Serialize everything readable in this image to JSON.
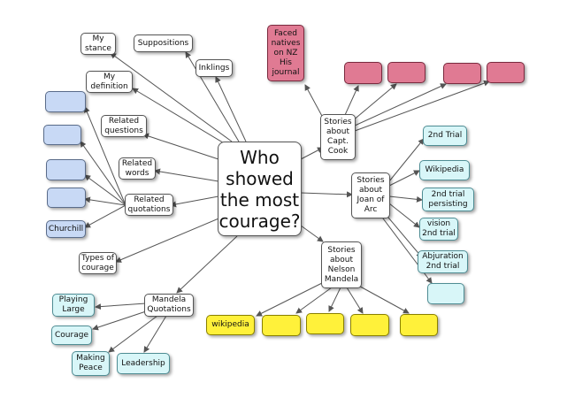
{
  "central": "Who\nshowed\nthe most\ncourage?",
  "topics": {
    "my_stance": "My\nstance",
    "suppositions": "Suppositions",
    "inklings": "Inklings",
    "my_definition": "My\ndefinition",
    "related_questions": "Related\nquestions",
    "related_words": "Related\nwords",
    "related_quotations": "Related\nquotations",
    "types_of_courage": "Types of\ncourage"
  },
  "quotation_children": [
    "",
    "",
    "",
    "",
    "Churchill"
  ],
  "cook": {
    "label": "Stories\nabout\nCapt.\nCook",
    "children": [
      "Faced\nnatives\non NZ\nHis\njournal",
      "",
      "",
      "",
      ""
    ]
  },
  "joan": {
    "label": "Stories\nabout\nJoan of\nArc",
    "children": [
      "2nd Trial",
      "Wikipedia",
      "2nd trial\npersisting",
      "vision\n2nd trial",
      "Abjuration\n2nd trial",
      ""
    ]
  },
  "mandela": {
    "label": "Stories\nabout\nNelson\nMandela",
    "children": [
      "wikipedia",
      "",
      "",
      "",
      ""
    ]
  },
  "mandela_quotes": {
    "label": "Mandela\nQuotations",
    "children": [
      "Playing\nLarge",
      "Courage",
      "Making\nPeace",
      "Leadership"
    ]
  },
  "colors": {
    "white": "#ffffff",
    "blue": "#c8d9f5",
    "cyan": "#d8f6f8",
    "pink": "#e07a93",
    "yellow": "#fff13a",
    "edge": "#555555"
  }
}
